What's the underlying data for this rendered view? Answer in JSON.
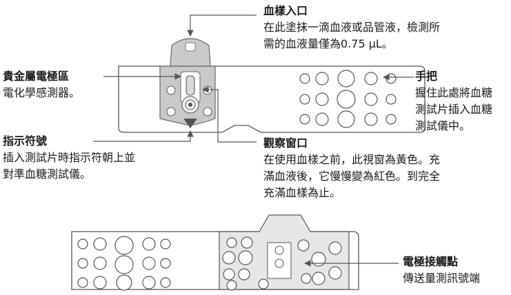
{
  "annotations": {
    "sample_inlet": {
      "title": "血樣入口",
      "lines": [
        "在此塗抹一滴血液或品管液，檢測所",
        "需的血液量僅為0.75 µL。"
      ]
    },
    "gold_electrode": {
      "title": "貴金屬電極區",
      "lines": [
        "電化學感測器。"
      ]
    },
    "handle": {
      "title": "手把",
      "lines": [
        "握住此處將血糖",
        "測試片插入血糖",
        "測試儀中。"
      ]
    },
    "indicator": {
      "title": "指示符號",
      "lines": [
        "插入測試片時指示符朝上並",
        "對準血糖測試儀。"
      ]
    },
    "observation_window": {
      "title": "觀察窗口",
      "lines": [
        "在使用血樣之前，此視窗為黃色。充",
        "滿血液後，它慢慢變為紅色。到完全",
        "充滿血樣為止。"
      ]
    },
    "electrode_contacts": {
      "title": "電極接觸點",
      "lines": [
        "傳送量測訊號端"
      ]
    }
  }
}
